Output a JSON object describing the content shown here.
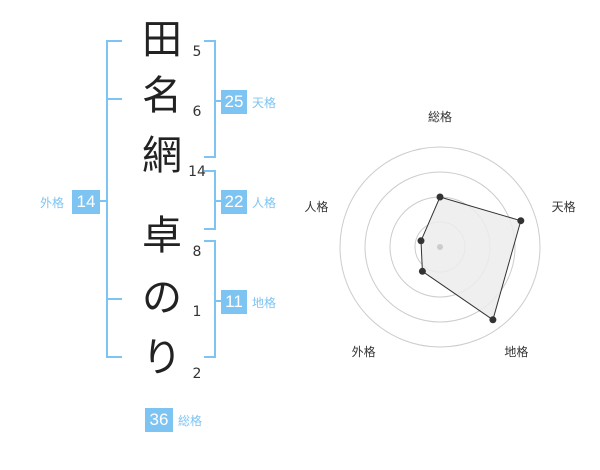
{
  "name": {
    "characters": [
      {
        "char": "田",
        "strokes": "5"
      },
      {
        "char": "名",
        "strokes": "6"
      },
      {
        "char": "網",
        "strokes": "14"
      },
      {
        "char": "卓",
        "strokes": "8"
      },
      {
        "char": "の",
        "strokes": "1"
      },
      {
        "char": "り",
        "strokes": "2"
      }
    ]
  },
  "kaku": {
    "tenkaku": {
      "value": "25",
      "label": "天格"
    },
    "jinkaku": {
      "value": "22",
      "label": "人格"
    },
    "chikaku": {
      "value": "11",
      "label": "地格"
    },
    "gaikaku": {
      "value": "14",
      "label": "外格"
    },
    "soukaku": {
      "value": "36",
      "label": "総格"
    }
  },
  "colors": {
    "accent": "#7ec4f2",
    "radar_fill": "#ececec",
    "radar_line": "#333333",
    "ring": "#cccccc"
  },
  "chart_data": {
    "type": "radar",
    "axes": [
      "総格",
      "天格",
      "地格",
      "外格",
      "人格"
    ],
    "values": [
      0.5,
      0.85,
      0.9,
      0.3,
      0.2
    ],
    "range": [
      0,
      1
    ],
    "rings": 4
  }
}
